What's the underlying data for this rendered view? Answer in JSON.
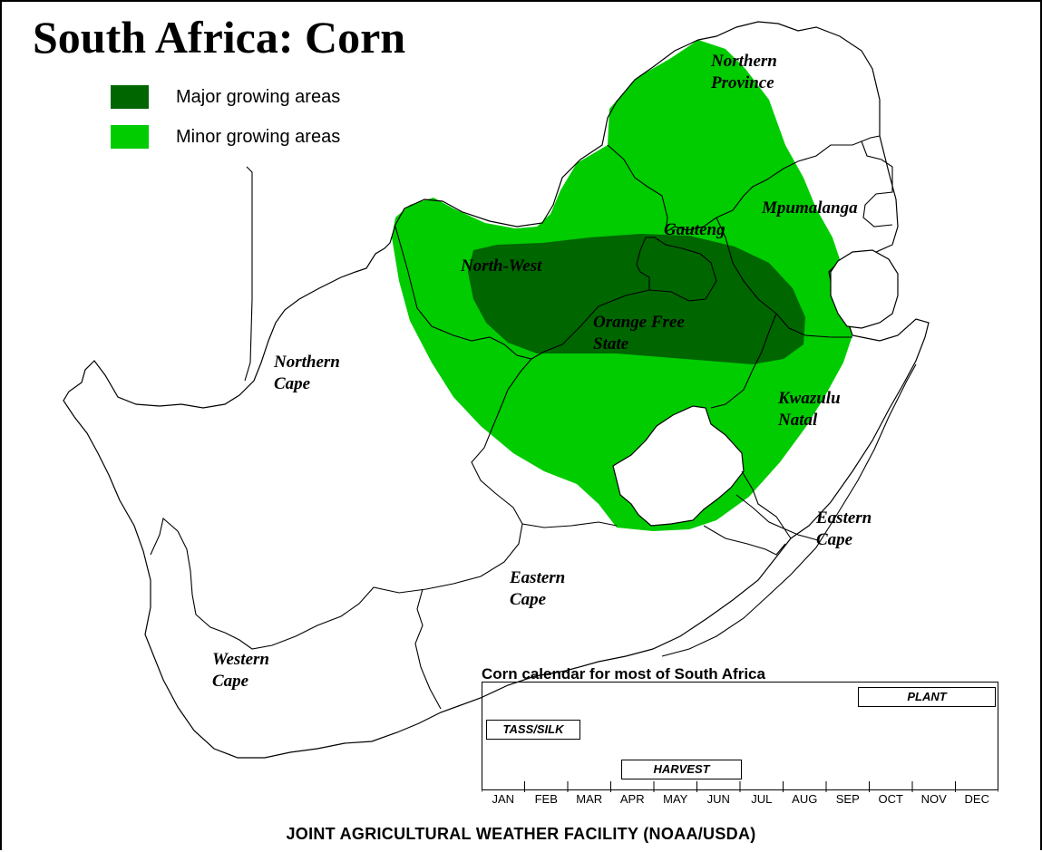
{
  "title": "South Africa: Corn",
  "legend": [
    {
      "label": "Major growing areas",
      "color": "#006600"
    },
    {
      "label": "Minor growing areas",
      "color": "#00cc00"
    }
  ],
  "regions": {
    "northern_province": "Northern\nProvince",
    "mpumalanga": "Mpumalanga",
    "gauteng": "Gauteng",
    "north_west": "North-West",
    "orange_free_state": "Orange Free\nState",
    "northern_cape": "Northern\nCape",
    "kwazulu_natal": "Kwazulu\nNatal",
    "eastern_cape_east": "Eastern\nCape",
    "eastern_cape_south": "Eastern\nCape",
    "western_cape": "Western\nCape"
  },
  "calendar": {
    "title": "Corn calendar for most of South Africa",
    "months": [
      "JAN",
      "FEB",
      "MAR",
      "APR",
      "MAY",
      "JUN",
      "JUL",
      "AUG",
      "SEP",
      "OCT",
      "NOV",
      "DEC"
    ],
    "phases": {
      "plant": "PLANT",
      "tass_silk": "TASS/SILK",
      "harvest": "HARVEST"
    }
  },
  "footer": "JOINT AGRICULTURAL WEATHER FACILITY (NOAA/USDA)"
}
